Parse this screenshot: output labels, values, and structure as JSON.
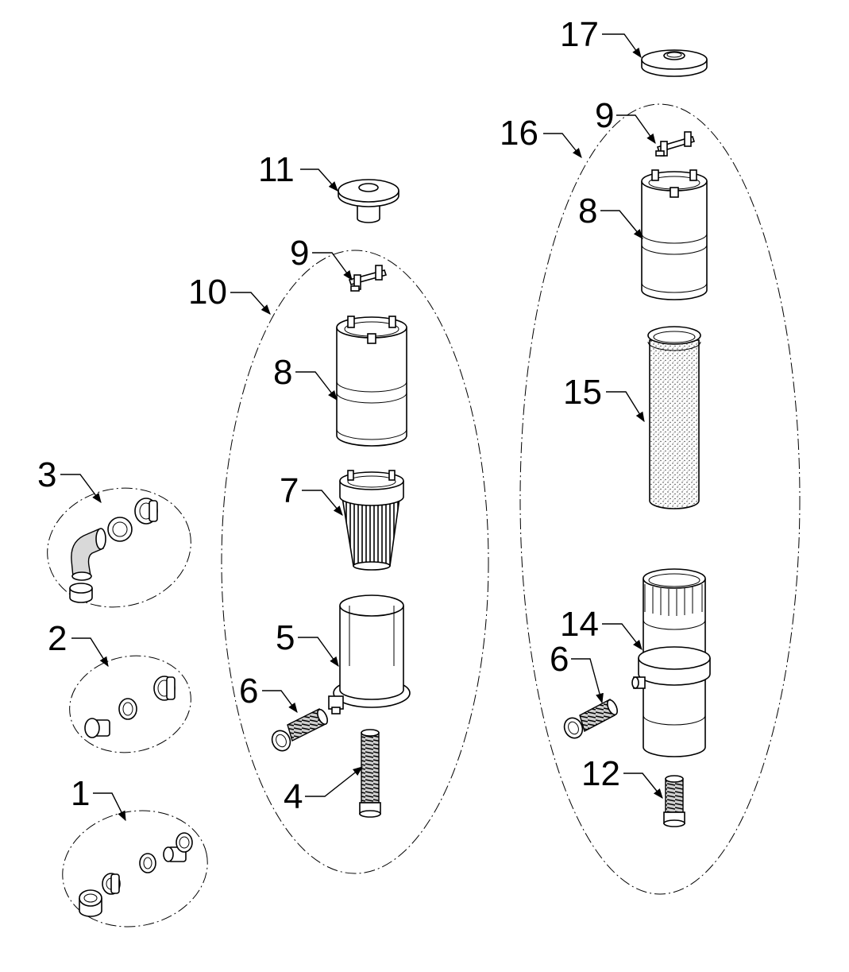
{
  "labels": {
    "l1": "1",
    "l2": "2",
    "l3": "3",
    "l4": "4",
    "l5": "5",
    "l6a": "6",
    "l6b": "6",
    "l7": "7",
    "l8a": "8",
    "l8b": "8",
    "l9a": "9",
    "l9b": "9",
    "l10": "10",
    "l11": "11",
    "l12": "12",
    "l14": "14",
    "l15": "15",
    "l16": "16",
    "l17": "17"
  }
}
